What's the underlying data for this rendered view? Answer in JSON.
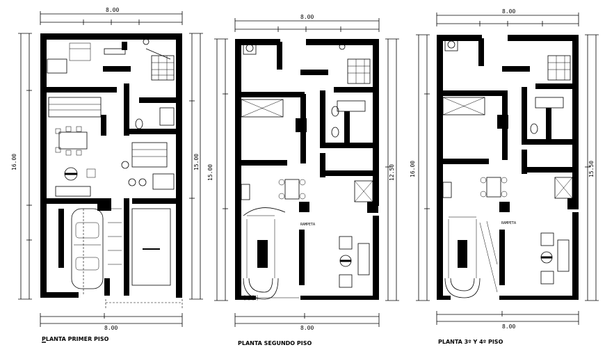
{
  "plans": [
    {
      "id": "primer",
      "title": "PLANTA PRIMER PISO",
      "width_dim": "8.00",
      "depth_dim_left": "16.00",
      "depth_dim_right": "15.00",
      "ramp_label": ""
    },
    {
      "id": "segundo",
      "title": "PLANTA SEGUNDO PISO",
      "width_dim": "8.00",
      "depth_dim_left": "15.00",
      "depth_dim_right": "12.50",
      "ramp_label": "RAMPETA"
    },
    {
      "id": "tercer",
      "title": "PLANTA 3º Y 4º PISO",
      "width_dim": "8.00",
      "depth_dim_left": "16.00",
      "depth_dim_right": "15.50",
      "ramp_label": "RAMPETA"
    }
  ],
  "colors": {
    "ink": "#000000",
    "paper": "#ffffff"
  }
}
